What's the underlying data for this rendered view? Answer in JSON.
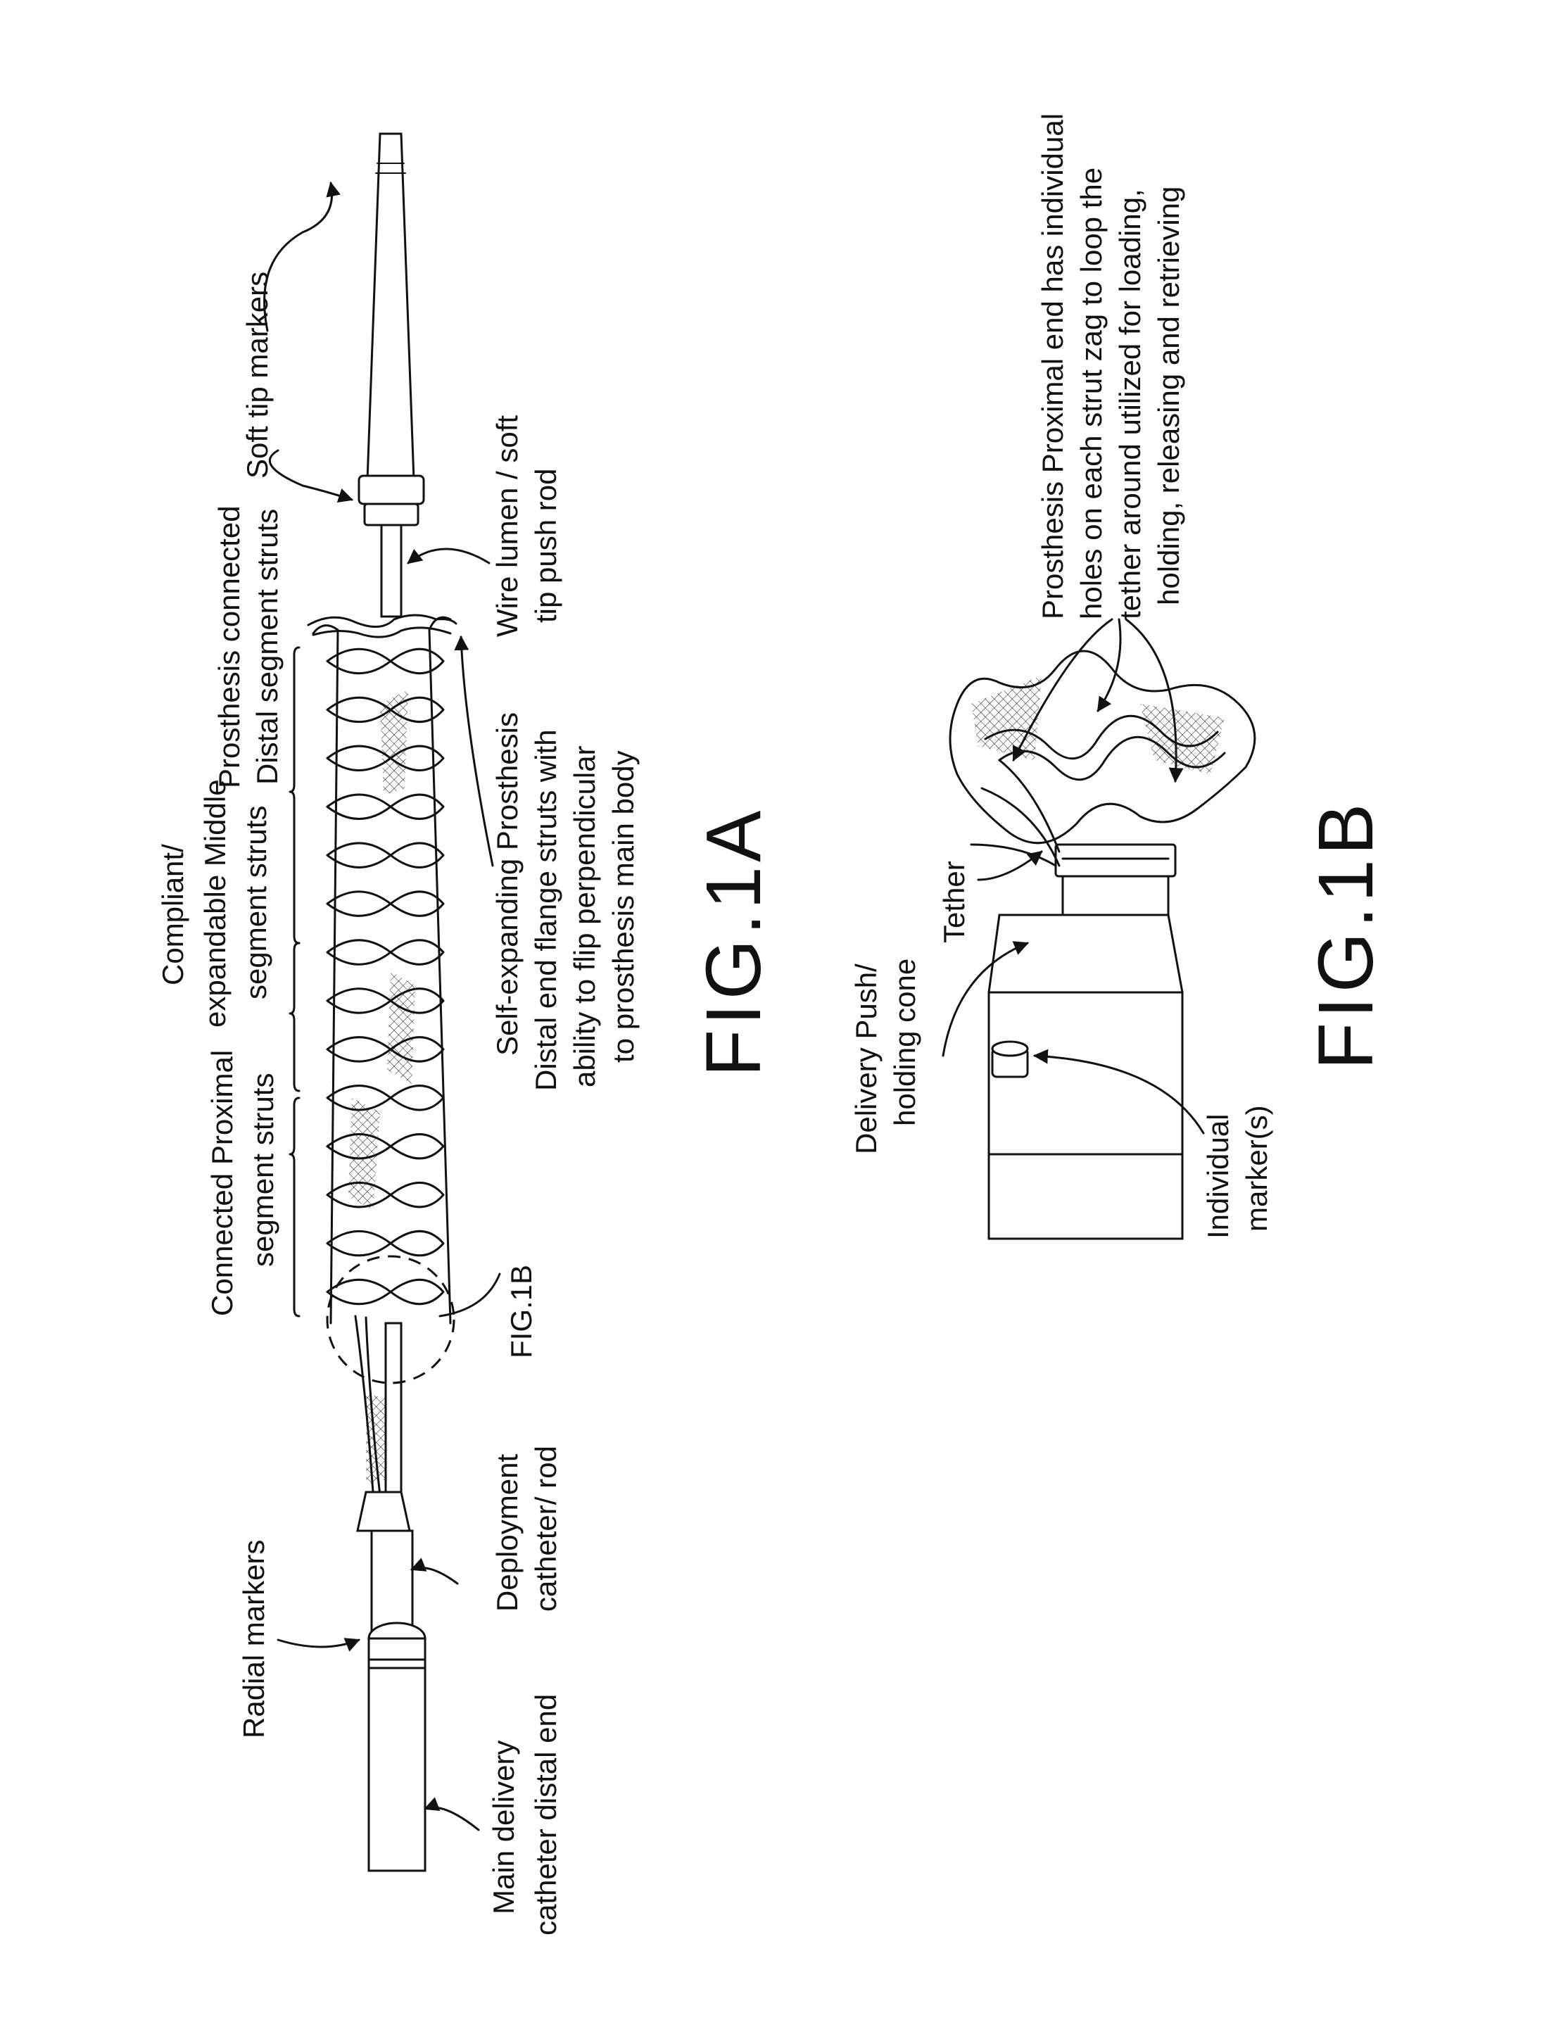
{
  "fig1a": {
    "caption": "FIG.1A",
    "labels": {
      "soft_tip_markers": "Soft tip markers",
      "wire_lumen_1": "Wire lumen / soft",
      "wire_lumen_2": "tip push rod",
      "distal_1": "Prosthesis connected",
      "distal_2": "Distal segment struts",
      "middle_1": "Compliant/",
      "middle_2": "expandable Middle",
      "middle_3": "segment struts",
      "proximal_1": "Connected Proximal",
      "proximal_2": "segment struts",
      "self_exp_1": "Self-expanding Prosthesis",
      "self_exp_2": "Distal end flange struts with",
      "self_exp_3": "ability to flip perpendicular",
      "self_exp_4": "to prosthesis main body",
      "fig1b_ref": "FIG.1B",
      "deploy_1": "Deployment",
      "deploy_2": "catheter/ rod",
      "radial": "Radial markers",
      "main_1": "Main delivery",
      "main_2": "catheter distal end"
    }
  },
  "fig1b": {
    "caption": "FIG.1B",
    "labels": {
      "prox_1": "Prosthesis Proximal end has individual",
      "prox_2": "holes on each strut zag to loop the",
      "prox_3": "tether around utilized for loading,",
      "prox_4": "holding, releasing and retrieving",
      "tether": "Tether",
      "push_1": "Delivery Push/",
      "push_2": "holding cone",
      "marker_1": "Individual",
      "marker_2": "marker(s)"
    }
  }
}
